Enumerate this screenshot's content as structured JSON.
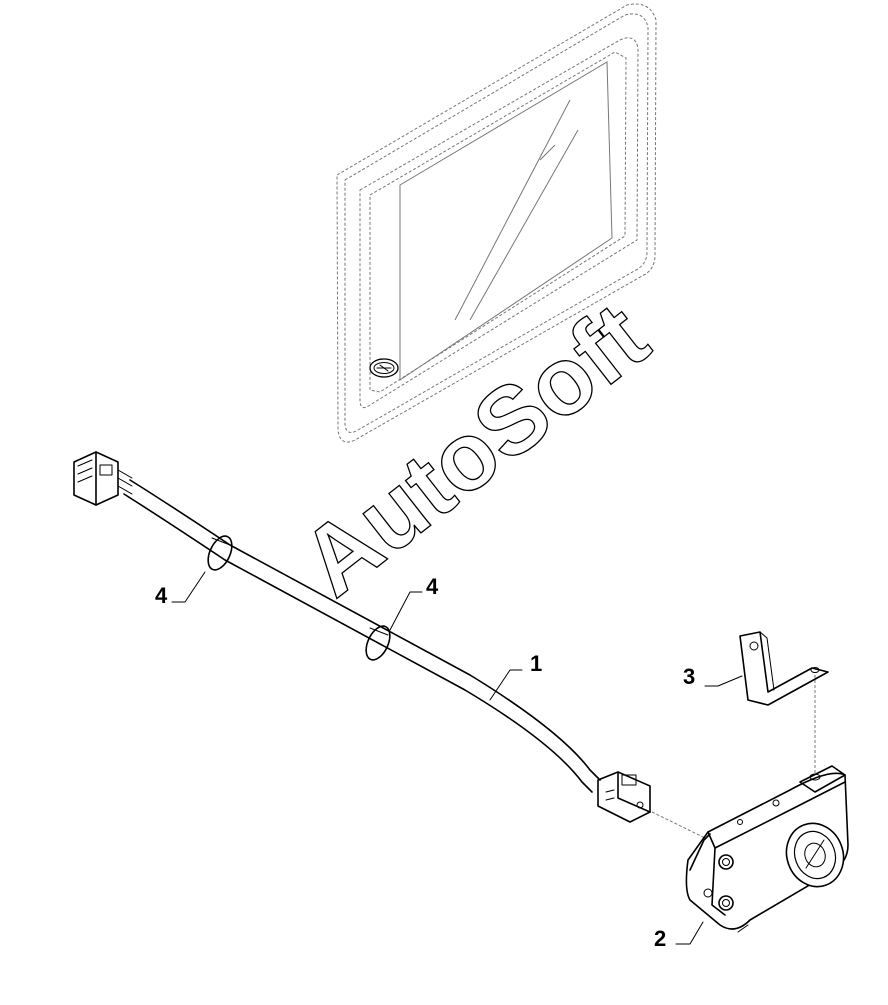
{
  "watermark": "AutoSoft",
  "callouts": [
    {
      "id": "1",
      "label": "1",
      "part": "wiring-harness"
    },
    {
      "id": "2",
      "label": "2",
      "part": "camera"
    },
    {
      "id": "3",
      "label": "3",
      "part": "mounting-bracket"
    },
    {
      "id": "4a",
      "label": "4",
      "part": "cable-tie"
    },
    {
      "id": "4b",
      "label": "4",
      "part": "cable-tie"
    }
  ],
  "colors": {
    "line": "#000000",
    "phantom": "#777777",
    "background": "#ffffff"
  }
}
